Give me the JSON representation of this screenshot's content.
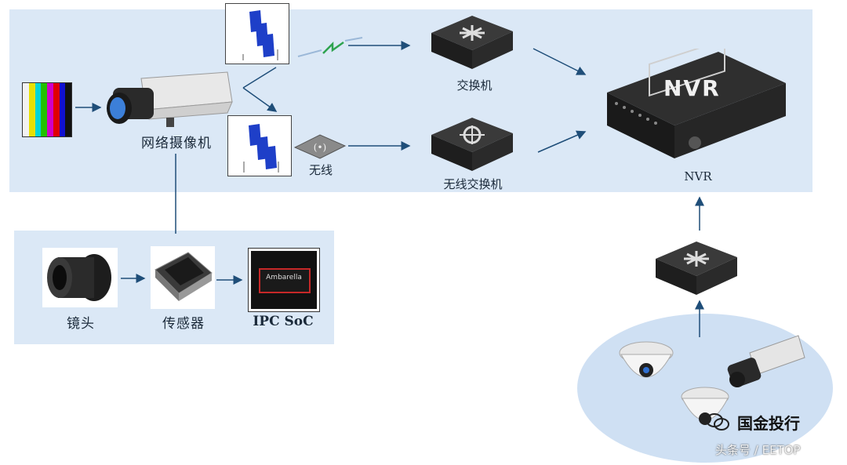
{
  "labels": {
    "network_camera": "网络摄像机",
    "switch": "交换机",
    "wireless": "无线",
    "wireless_switch": "无线交换机",
    "nvr_caption": "NVR",
    "nvr_face": "NVR",
    "lens": "镜头",
    "sensor": "传感器",
    "ipc_soc": "IPC SoC",
    "soc_chip_text": "Ambarella"
  },
  "watermark": {
    "brand": "国金投行",
    "source": "头条号 / EETOP"
  },
  "colors": {
    "panel": "#dbe8f6",
    "arrow": "#1f4e79",
    "wireless_bolt": "#2ea34f",
    "ellipse": "#cfe0f3"
  }
}
